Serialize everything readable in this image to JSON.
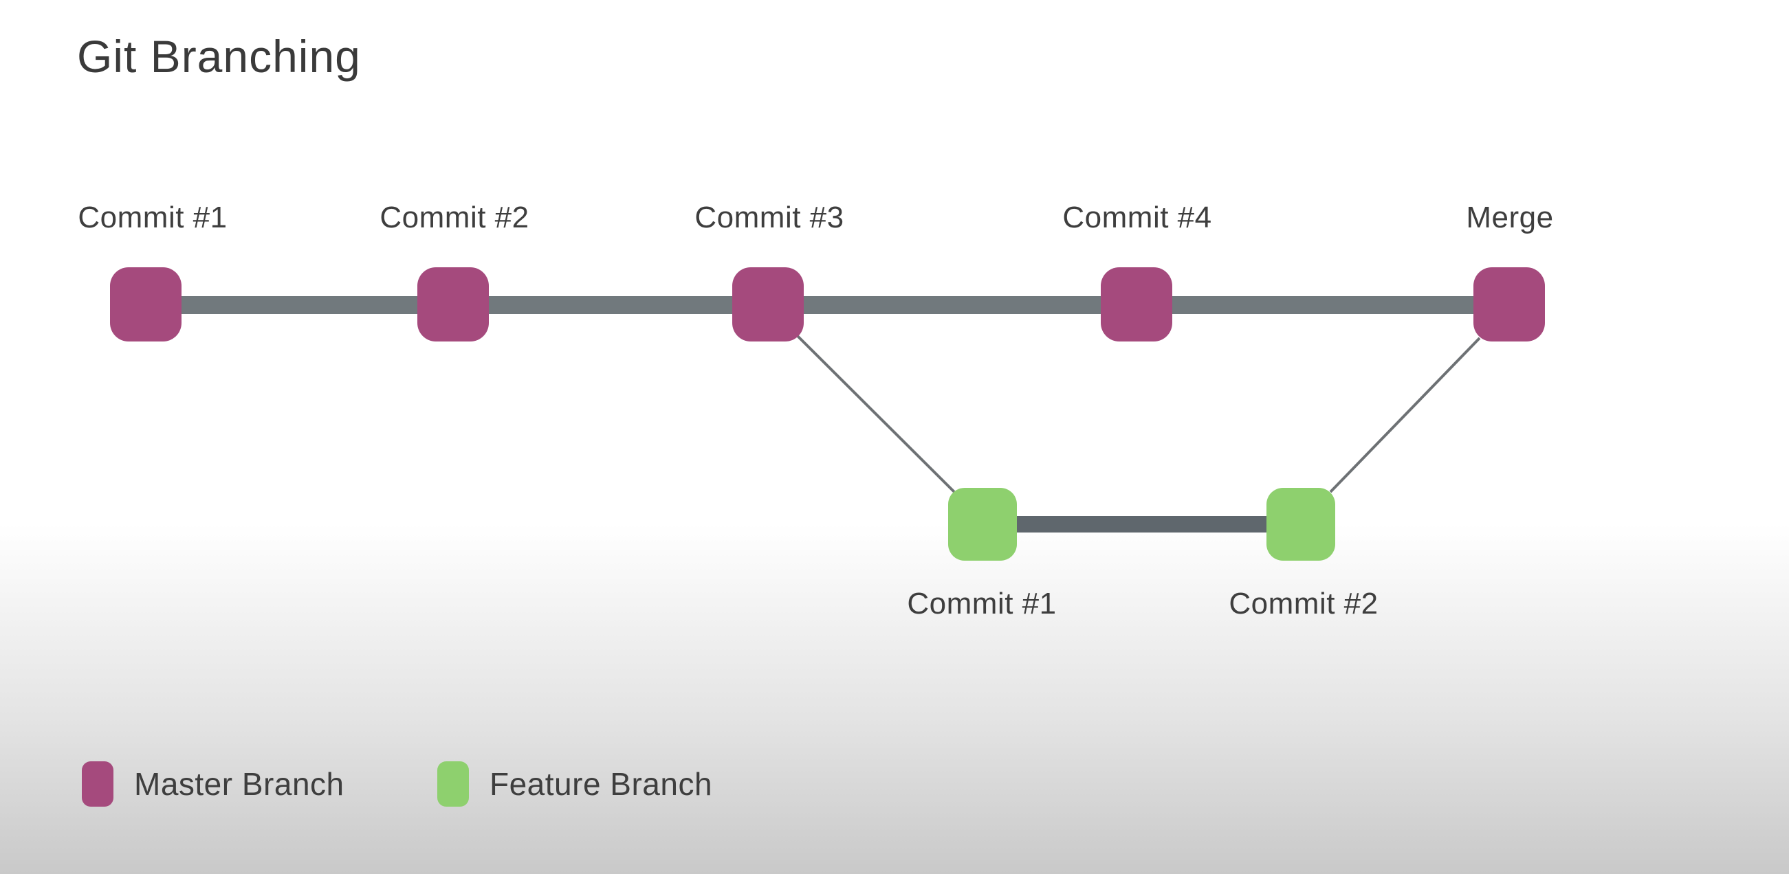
{
  "title": "Git Branching",
  "diagram": {
    "master_branch": {
      "name": "Master Branch",
      "node_color": "#a54a7d",
      "line_color": "#71797d",
      "commits": [
        {
          "label": "Commit #1"
        },
        {
          "label": "Commit #2"
        },
        {
          "label": "Commit #3"
        },
        {
          "label": "Commit #4"
        },
        {
          "label": "Merge"
        }
      ]
    },
    "feature_branch": {
      "name": "Feature Branch",
      "node_color": "#8ed06e",
      "line_color": "#5f676d",
      "commits": [
        {
          "label": "Commit #1"
        },
        {
          "label": "Commit #2"
        }
      ]
    },
    "edges": [
      {
        "from": "master Commit #3",
        "to": "feature Commit #1",
        "type": "branch-out"
      },
      {
        "from": "feature Commit #2",
        "to": "master Merge",
        "type": "merge-in"
      }
    ],
    "connector_color": "#6d7174"
  },
  "legend": {
    "items": [
      {
        "label": "Master Branch",
        "color": "#a54a7d"
      },
      {
        "label": "Feature Branch",
        "color": "#8ed06e"
      }
    ]
  },
  "background": {
    "top_color": "#ffffff",
    "bottom_color": "#c9c9c9"
  },
  "text_color": "#3e3e3e"
}
